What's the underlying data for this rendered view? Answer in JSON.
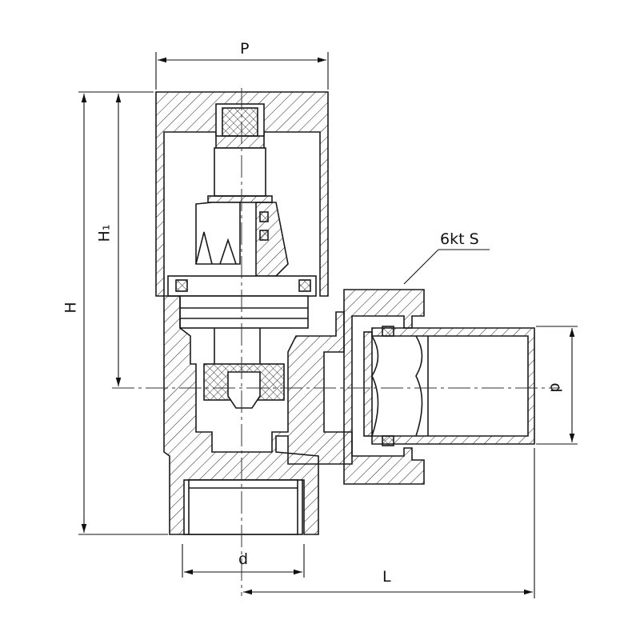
{
  "labels": {
    "width_cap": "P",
    "height_total": "H",
    "height_axis": "H₁",
    "hex_size": "6kt S",
    "thread_outlet": "d",
    "thread_inlet": "d",
    "length": "L"
  },
  "colors": {
    "line": "#1a1a1a",
    "background": "#ffffff"
  }
}
